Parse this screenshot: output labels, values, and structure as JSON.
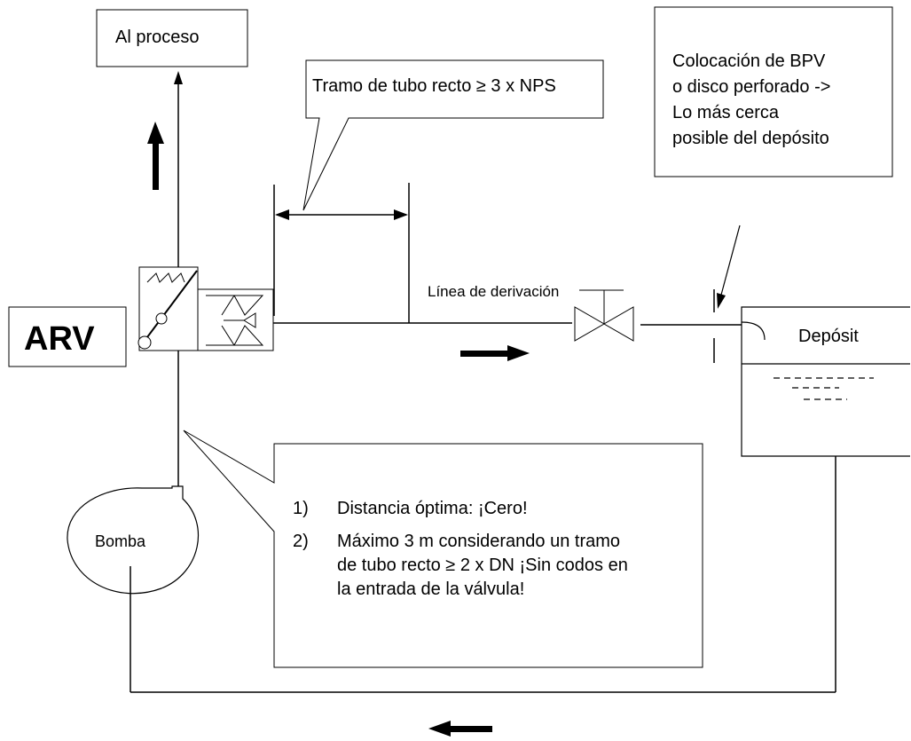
{
  "labels": {
    "al_proceso": "Al proceso",
    "tramo_tubo": "Tramo de tubo recto ≥ 3 x NPS",
    "colocacion_lines": [
      "Colocación de BPV",
      "o disco perforado ->",
      "Lo más cerca",
      "posible del depósito"
    ],
    "arv": "ARV",
    "linea_derivacion": "Línea de derivación",
    "deposito": "Depósit",
    "bomba": "Bomba"
  },
  "notes": [
    {
      "num": "1)",
      "text": "Distancia óptima: ¡Cero!"
    },
    {
      "num": "2)",
      "text": "Máximo 3 m considerando un tramo de tubo recto ≥ 2 x DN ¡Sin codos en la entrada de la válvula!"
    }
  ]
}
